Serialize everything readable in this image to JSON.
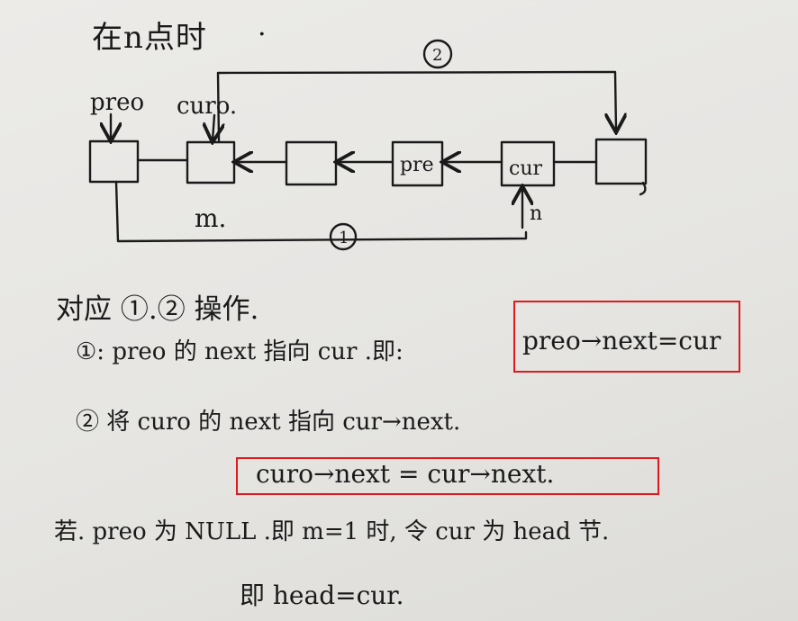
{
  "title": "在n点时",
  "title_dot": ".",
  "diagram": {
    "labels": {
      "preo": "preo",
      "curo": "curo.",
      "m": "m.",
      "pre": "pre",
      "cur": "cur",
      "n": "n",
      "circle1": "1",
      "circle2": "2"
    }
  },
  "notes": {
    "line1": "对应 ①.② 操作.",
    "line2_prefix": "①: preo 的 next 指向 cur .即:",
    "line2_code": "preo→next=cur",
    "line3": "② 将 curo 的 next 指向 cur→next.",
    "line4_code": "curo→next = cur→next.",
    "line5": "若. preo 为 NULL .即 m=1 时, 令 cur 为 head 节.",
    "line6": "即  head=cur."
  },
  "colors": {
    "ink": "#1a1a1a",
    "highlight": "#e0191e",
    "paper": "#e8e7e4"
  }
}
